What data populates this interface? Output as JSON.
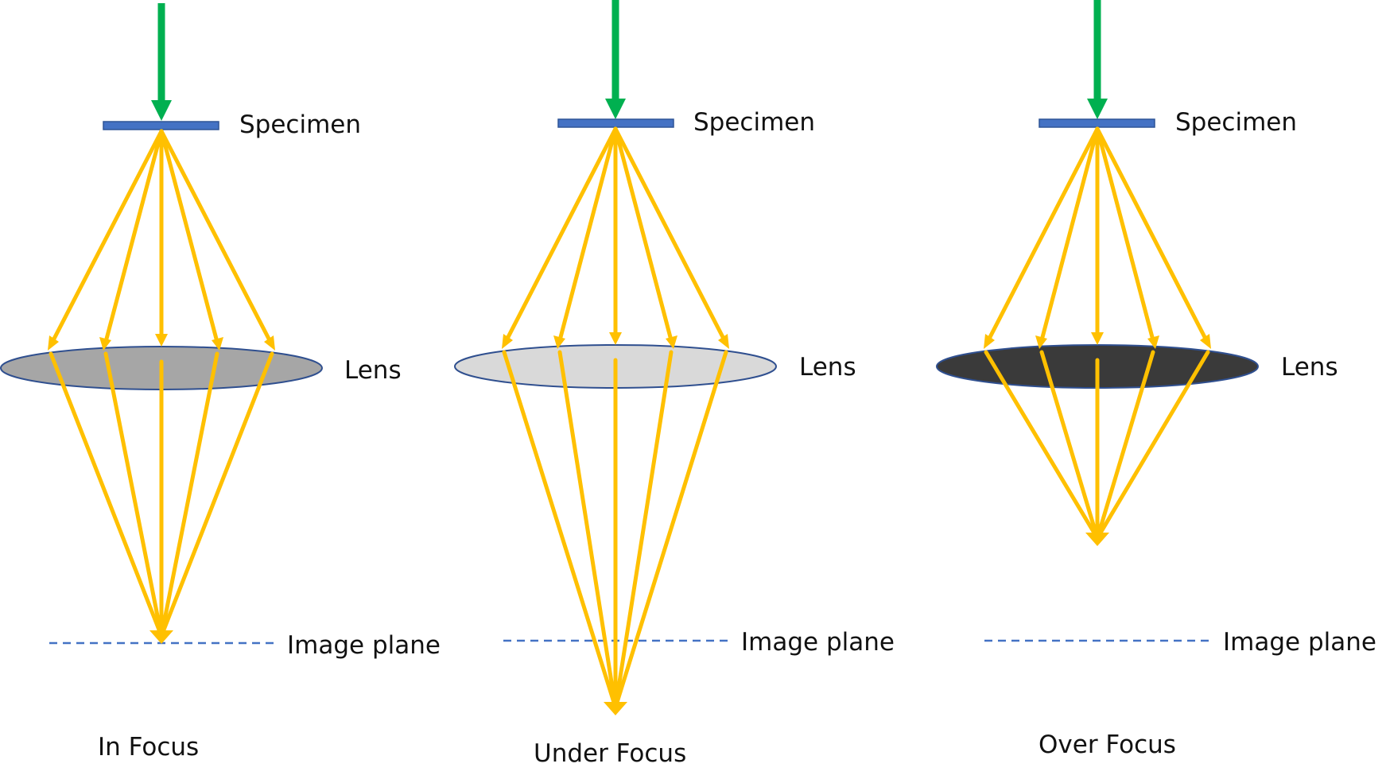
{
  "colors": {
    "incident_beam": "#00b050",
    "rays": "#ffc000",
    "specimen_fill": "#4472c4",
    "specimen_stroke": "#2f5597",
    "image_plane": "#4472c4",
    "lens_outline": "#2f4f8f"
  },
  "panels": [
    {
      "caption": "In Focus",
      "specimen_label": "Specimen",
      "lens_label": "Lens",
      "image_plane_label": "Image plane",
      "lens_color": "#a6a6a6"
    },
    {
      "caption": "Under Focus",
      "specimen_label": "Specimen",
      "lens_label": "Lens",
      "image_plane_label": "Image plane",
      "lens_color": "#d9d9d9"
    },
    {
      "caption": "Over Focus",
      "specimen_label": "Specimen",
      "lens_label": "Lens",
      "image_plane_label": "Image plane",
      "lens_color": "#3a3a3a"
    }
  ]
}
